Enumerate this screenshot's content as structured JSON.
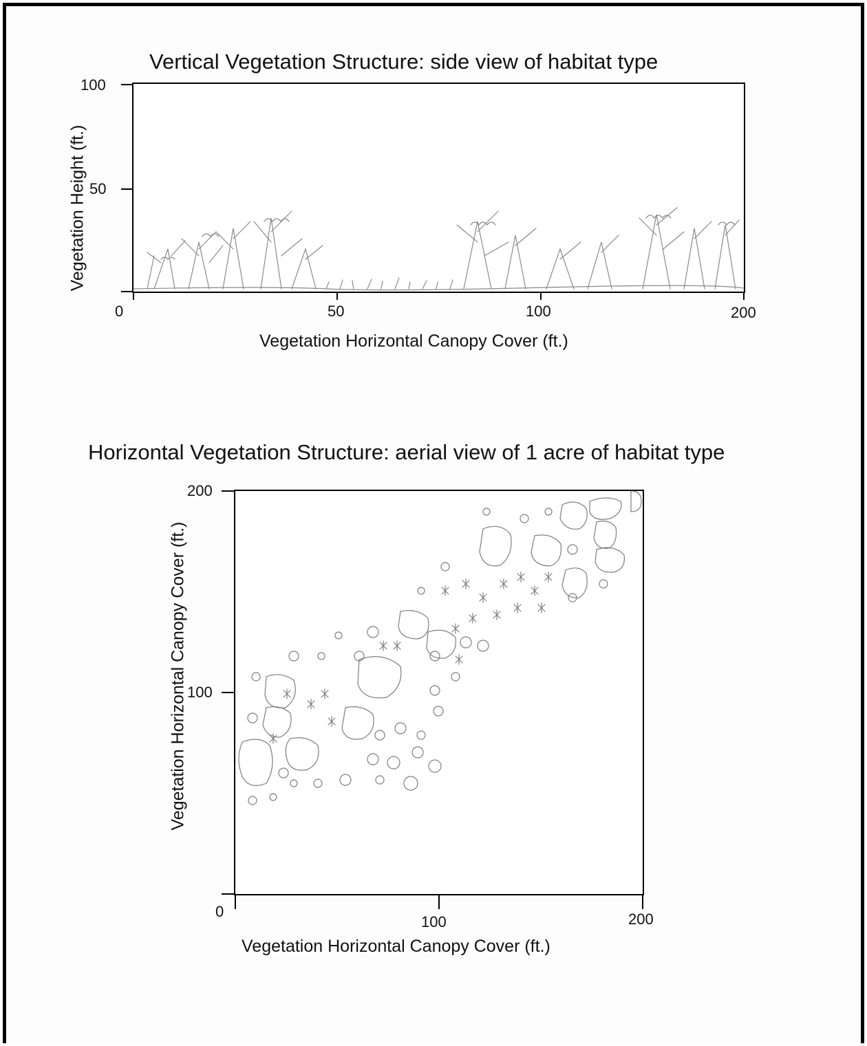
{
  "top_panel": {
    "title": "Vertical Vegetation Structure: side view of habitat type",
    "ylabel": "Vegetation Height (ft.)",
    "xlabel": "Vegetation Horizontal Canopy Cover (ft.)",
    "y_ticks": [
      "100",
      "50"
    ],
    "x_ticks": [
      "0",
      "50",
      "100",
      "200"
    ],
    "illustration": "pencil-sketched-shrubs-side-view"
  },
  "bottom_panel": {
    "title": "Horizontal Vegetation Structure: aerial view of 1 acre of habitat type",
    "ylabel": "Vegetation Horizontal Canopy Cover (ft.)",
    "xlabel": "Vegetation Horizontal Canopy Cover (ft.)",
    "y_ticks": [
      "200",
      "100",
      "0"
    ],
    "x_ticks": [
      "100",
      "200"
    ],
    "illustration": "pencil-sketched-shrub-clumps-aerial-view"
  },
  "colors": {
    "pencil": "#8a8a8a",
    "ink": "#111111"
  }
}
